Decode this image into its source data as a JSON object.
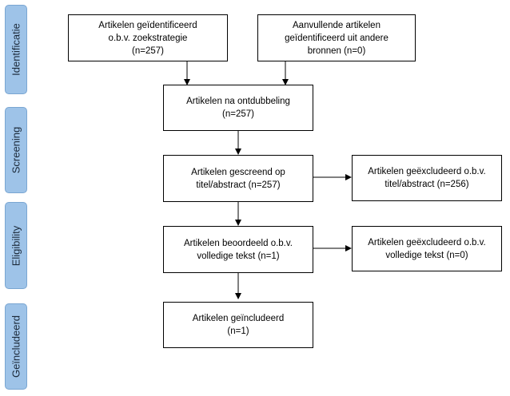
{
  "phases": {
    "identificatie": "Identificatie",
    "screening": "Screening",
    "eligibility": "Eligibility",
    "geincludeerd": "Geïncludeerd"
  },
  "boxes": {
    "identified_search": "Artikelen geïdentificeerd\no.b.v. zoekstrategie\n(n=257)",
    "identified_other": "Aanvullende artikelen\ngeïdentificeerd uit andere\nbronnen (n=0)",
    "after_dedup": "Artikelen na ontdubbeling\n(n=257)",
    "screened": "Artikelen gescreend op\ntitel/abstract (n=257)",
    "excluded_title": "Artikelen geëxcludeerd o.b.v.\ntitel/abstract (n=256)",
    "assessed": "Artikelen beoordeeld o.b.v.\nvolledige tekst (n=1)",
    "excluded_fulltext": "Artikelen geëxcludeerd o.b.v.\nvolledige tekst (n=0)",
    "included": "Artikelen geïncludeerd\n(n=1)"
  }
}
